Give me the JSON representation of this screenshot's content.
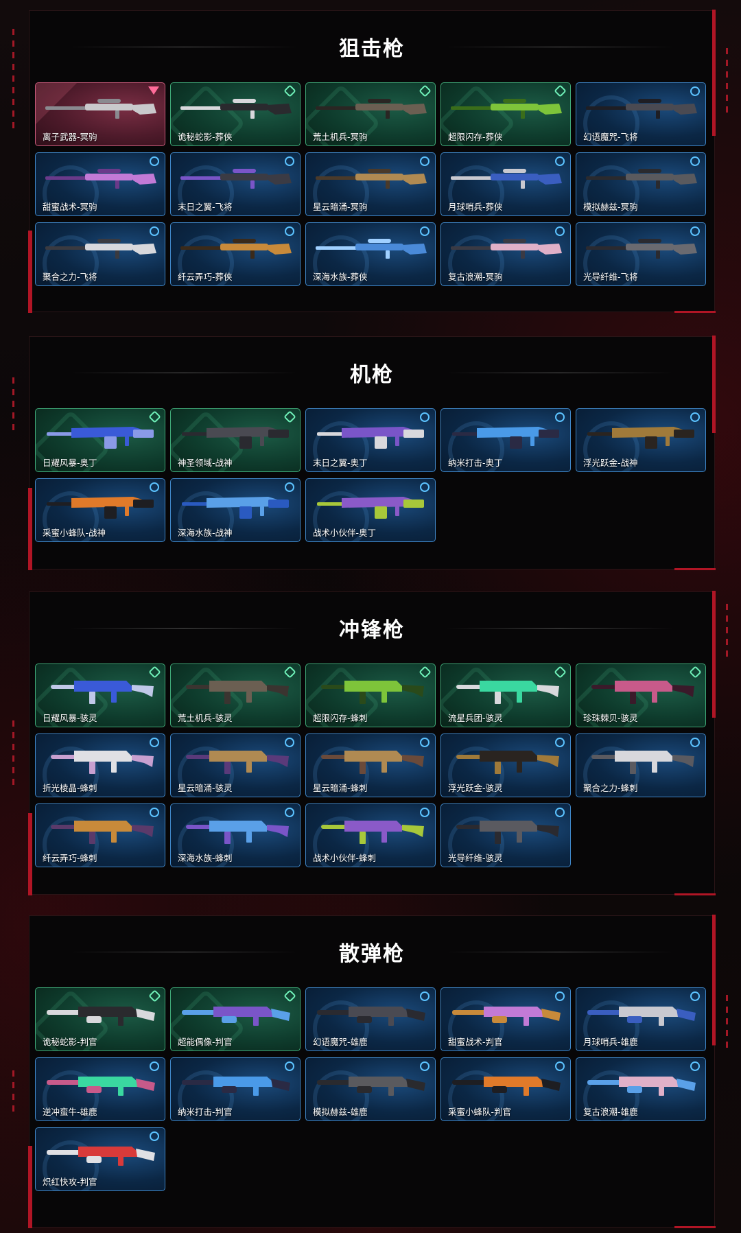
{
  "sections": [
    {
      "title": "狙击枪",
      "items": [
        {
          "name": "离子武器-冥驹",
          "tier": "pink",
          "colors": [
            "#c9c9cc",
            "#8a8a90"
          ]
        },
        {
          "name": "诡秘蛇影-葬侠",
          "tier": "green",
          "colors": [
            "#2a2a2e",
            "#d8d8dc"
          ]
        },
        {
          "name": "荒土机兵-冥驹",
          "tier": "green",
          "colors": [
            "#6b5f52",
            "#2a2623"
          ]
        },
        {
          "name": "超限闪存-葬侠",
          "tier": "green",
          "colors": [
            "#7ec43a",
            "#3a6d1a"
          ]
        },
        {
          "name": "幻语魔咒-飞将",
          "tier": "blue",
          "colors": [
            "#4a4a52",
            "#1e1e24"
          ]
        },
        {
          "name": "甜蜜战术-冥驹",
          "tier": "blue",
          "colors": [
            "#c27ad6",
            "#6a3a8a"
          ]
        },
        {
          "name": "末日之翼-飞将",
          "tier": "blue",
          "colors": [
            "#3b3b44",
            "#7a55c8"
          ]
        },
        {
          "name": "星云暗涌-冥驹",
          "tier": "blue",
          "colors": [
            "#b08a52",
            "#4a3a2a"
          ]
        },
        {
          "name": "月球哨兵-葬侠",
          "tier": "blue",
          "colors": [
            "#3a5ec0",
            "#c9c9d0"
          ]
        },
        {
          "name": "模拟赫兹-冥驹",
          "tier": "blue",
          "colors": [
            "#5a5a5e",
            "#2a2a2e"
          ]
        },
        {
          "name": "聚合之力-飞将",
          "tier": "blue",
          "colors": [
            "#d8d8dc",
            "#3a3a40"
          ]
        },
        {
          "name": "纤云弄巧-葬侠",
          "tier": "blue",
          "colors": [
            "#c88a3a",
            "#3a2a1a"
          ]
        },
        {
          "name": "深海水族-葬侠",
          "tier": "blue",
          "colors": [
            "#4a8ad8",
            "#a0d0ff"
          ]
        },
        {
          "name": "复古浪潮-冥驹",
          "tier": "blue",
          "colors": [
            "#e0b0c8",
            "#3a3a44"
          ]
        },
        {
          "name": "光导纤维-飞将",
          "tier": "blue",
          "colors": [
            "#6a6a70",
            "#2a2a30"
          ]
        }
      ]
    },
    {
      "title": "机枪",
      "items": [
        {
          "name": "日耀风暴-奥丁",
          "tier": "green",
          "colors": [
            "#3a5ad8",
            "#8a9ae8"
          ]
        },
        {
          "name": "神圣领域-战神",
          "tier": "green",
          "colors": [
            "#4a4a52",
            "#2a2a30"
          ]
        },
        {
          "name": "末日之翼-奥丁",
          "tier": "blue",
          "colors": [
            "#7a55c8",
            "#d8d8dc"
          ]
        },
        {
          "name": "纳米打击-奥丁",
          "tier": "blue",
          "colors": [
            "#4a9ae8",
            "#2a2a44"
          ]
        },
        {
          "name": "浮光跃金-战神",
          "tier": "blue",
          "colors": [
            "#a07a3a",
            "#2a2420"
          ]
        },
        {
          "name": "采蜜小蜂队-战神",
          "tier": "blue",
          "colors": [
            "#e07a2a",
            "#1e1e22"
          ]
        },
        {
          "name": "深海水族-战神",
          "tier": "blue",
          "colors": [
            "#5aa0e8",
            "#2a5ac0"
          ]
        },
        {
          "name": "战术小伙伴-奥丁",
          "tier": "blue",
          "colors": [
            "#8a5ac8",
            "#a8c83a"
          ]
        }
      ]
    },
    {
      "title": "冲锋枪",
      "items": [
        {
          "name": "日耀风暴-骇灵",
          "tier": "green",
          "colors": [
            "#3a5ad8",
            "#c0c8e8"
          ]
        },
        {
          "name": "荒土机兵-骇灵",
          "tier": "green",
          "colors": [
            "#6b5f52",
            "#3a3430"
          ]
        },
        {
          "name": "超限闪存-蜂刺",
          "tier": "green",
          "colors": [
            "#7ec43a",
            "#2a4a1a"
          ]
        },
        {
          "name": "流星兵团-骇灵",
          "tier": "green",
          "colors": [
            "#3ad8a0",
            "#d8d8dc"
          ]
        },
        {
          "name": "珍珠棘贝-骇灵",
          "tier": "green",
          "colors": [
            "#c85a8a",
            "#3a1a2a"
          ]
        },
        {
          "name": "折光棱晶-蜂刺",
          "tier": "blue",
          "colors": [
            "#e0e0e4",
            "#c8a0d0"
          ]
        },
        {
          "name": "星云暗涌-骇灵",
          "tier": "blue",
          "colors": [
            "#b08a52",
            "#5a3a7a"
          ]
        },
        {
          "name": "星云暗涌-蜂刺",
          "tier": "blue",
          "colors": [
            "#b08a52",
            "#6a4a3a"
          ]
        },
        {
          "name": "浮光跃金-骇灵",
          "tier": "blue",
          "colors": [
            "#2a2420",
            "#a07a3a"
          ]
        },
        {
          "name": "聚合之力-蜂刺",
          "tier": "blue",
          "colors": [
            "#d8d8dc",
            "#5a5a60"
          ]
        },
        {
          "name": "纤云弄巧-蜂刺",
          "tier": "blue",
          "colors": [
            "#c88a3a",
            "#5a3a6a"
          ]
        },
        {
          "name": "深海水族-蜂刺",
          "tier": "blue",
          "colors": [
            "#5aa0e8",
            "#7a55c8"
          ]
        },
        {
          "name": "战术小伙伴-蜂刺",
          "tier": "blue",
          "colors": [
            "#8a5ac8",
            "#a8c83a"
          ]
        },
        {
          "name": "光导纤维-骇灵",
          "tier": "blue",
          "colors": [
            "#5a5a60",
            "#2a2a30"
          ]
        }
      ]
    },
    {
      "title": "散弹枪",
      "items": [
        {
          "name": "诡秘蛇影-判官",
          "tier": "green",
          "colors": [
            "#2a2a2e",
            "#d8d8dc"
          ]
        },
        {
          "name": "超能偶像-判官",
          "tier": "green",
          "colors": [
            "#7a55c8",
            "#5aa0e8"
          ]
        },
        {
          "name": "幻语魔咒-雄鹿",
          "tier": "blue",
          "colors": [
            "#4a4a52",
            "#2a2a30"
          ]
        },
        {
          "name": "甜蜜战术-判官",
          "tier": "blue",
          "colors": [
            "#c27ad6",
            "#c88a3a"
          ]
        },
        {
          "name": "月球哨兵-雄鹿",
          "tier": "blue",
          "colors": [
            "#c9c9d0",
            "#3a5ec0"
          ]
        },
        {
          "name": "逆冲蛮牛-雄鹿",
          "tier": "blue",
          "colors": [
            "#3ad8a0",
            "#c85a8a"
          ]
        },
        {
          "name": "纳米打击-判官",
          "tier": "blue",
          "colors": [
            "#4a9ae8",
            "#2a2a44"
          ]
        },
        {
          "name": "模拟赫兹-雄鹿",
          "tier": "blue",
          "colors": [
            "#5a5a5e",
            "#2a2a2e"
          ]
        },
        {
          "name": "采蜜小蜂队-判官",
          "tier": "blue",
          "colors": [
            "#e07a2a",
            "#1e1e22"
          ]
        },
        {
          "name": "复古浪潮-雄鹿",
          "tier": "blue",
          "colors": [
            "#e0b0c8",
            "#5aa0e8"
          ]
        },
        {
          "name": "炽红快攻-判官",
          "tier": "blue",
          "colors": [
            "#d83a3a",
            "#e0e0e4"
          ]
        }
      ]
    }
  ]
}
